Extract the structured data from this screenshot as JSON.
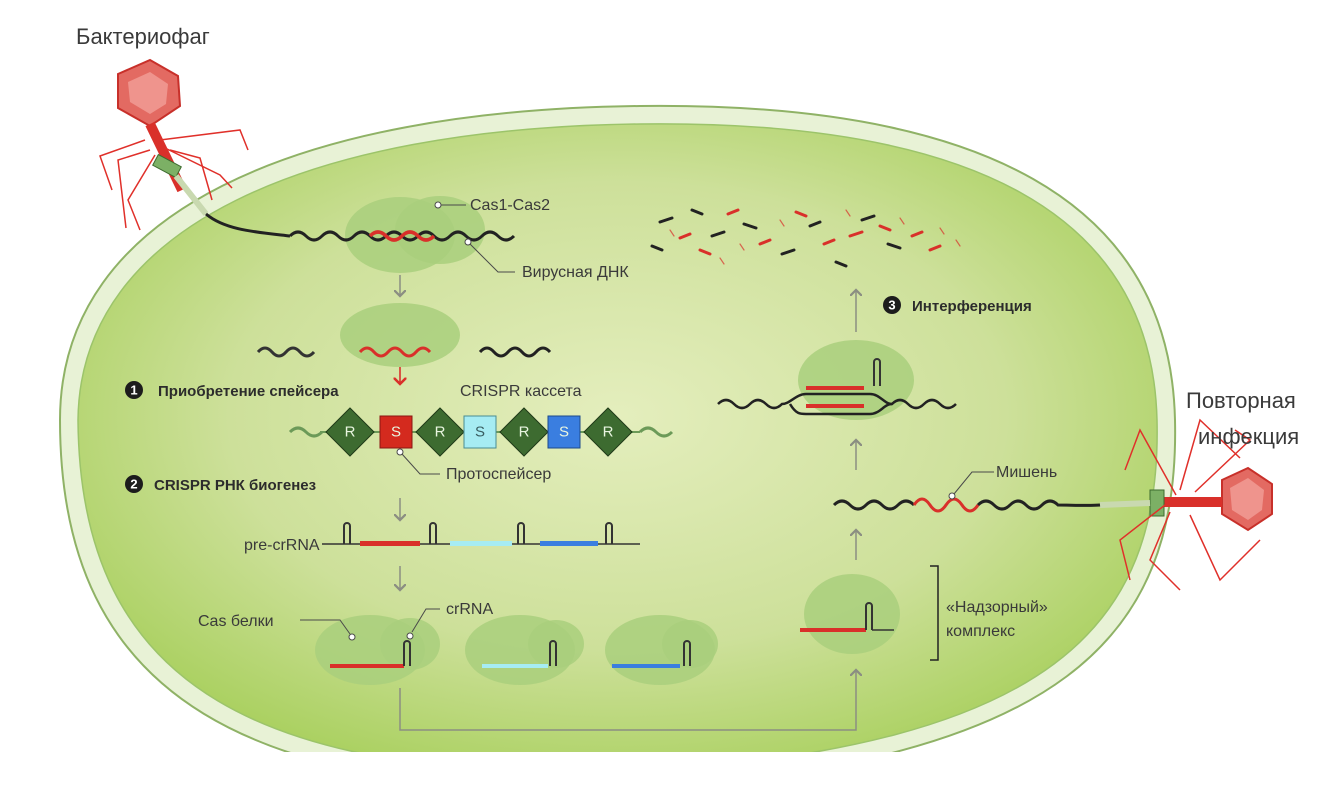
{
  "labels": {
    "bacteriophage": "Бактериофаг",
    "reinfection_line1": "Повторная",
    "reinfection_line2": "инфекция",
    "cas1_cas2": "Cas1-Cas2",
    "viral_dna": "Вирусная ДНК",
    "step1": "Приобретение спейсера",
    "crispr_cassette": "CRISPR кассета",
    "protospacer": "Протоспейсер",
    "step2": "CRISPR РНК биогенез",
    "pre_crrna": "pre-crRNA",
    "cas_proteins": "Cas белки",
    "crrna": "crRNA",
    "step3": "Интерференция",
    "target": "Мишень",
    "surveillance_line1": "«Надзорный»",
    "surveillance_line2": "комплекс"
  },
  "step_numbers": {
    "one": "1",
    "two": "2",
    "three": "3"
  },
  "cassette": {
    "repeat_label": "R",
    "spacer_label": "S",
    "spacer_colors": [
      "#d42a1e",
      "#a6ecf3",
      "#3a7ee0"
    ]
  },
  "colors": {
    "cell_fill": "#cfe39e",
    "cell_wall": "#e6f1cf",
    "viral": "#d9302a",
    "host_dna": "#222222",
    "repeat": "#3d6b30",
    "protein": "#a9cf7c"
  }
}
